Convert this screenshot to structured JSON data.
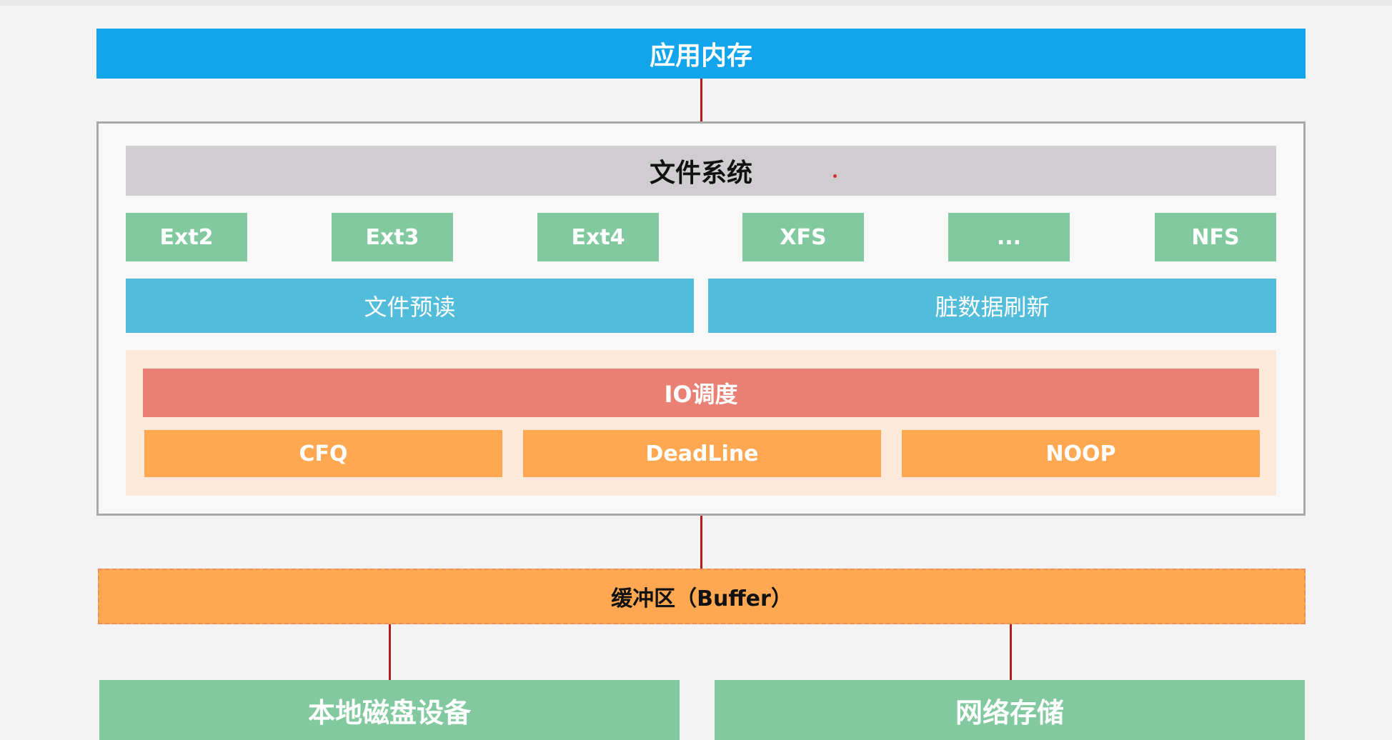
{
  "app_memory": {
    "label": "应用内存"
  },
  "filesystem": {
    "title": "文件系统",
    "types": [
      "Ext2",
      "Ext3",
      "Ext4",
      "XFS",
      "...",
      "NFS"
    ],
    "operations": [
      "文件预读",
      "脏数据刷新"
    ]
  },
  "io_scheduling": {
    "title": "IO调度",
    "schedulers": [
      "CFQ",
      "DeadLine",
      "NOOP"
    ]
  },
  "buffer": {
    "label": "缓冲区（Buffer）"
  },
  "storage": [
    "本地磁盘设备",
    "网络存储"
  ],
  "colors": {
    "app_memory": "#12a5ec",
    "filesystem_title": "#cfcdd0",
    "fs_type": "#83c9a0",
    "cache_op": "#52bcdb",
    "io_title": "#ea7f74",
    "io_scheduler": "#ffa851",
    "buffer": "#ffa851",
    "storage": "#83c9a0",
    "connector": "#b71c1c"
  }
}
